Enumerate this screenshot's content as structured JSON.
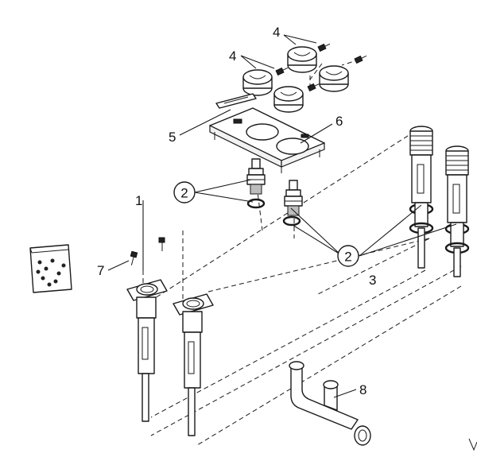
{
  "callouts": {
    "c1": "1",
    "c2a": "2",
    "c2b": "2",
    "c3": "3",
    "c4a": "4",
    "c4b": "4",
    "c5": "5",
    "c6": "6",
    "c7": "7",
    "c8": "8"
  },
  "icons": {
    "handles": "handle-cap-icon",
    "screws": "screw-icon",
    "cartridges": "cartridge-valve-icon",
    "o_rings": "o-ring-icon",
    "spout_bodies": "valve-body-icon",
    "escutcheon": "escutcheon-plate-icon",
    "bag": "hardware-bag-icon",
    "connector": "pipe-connector-icon"
  }
}
